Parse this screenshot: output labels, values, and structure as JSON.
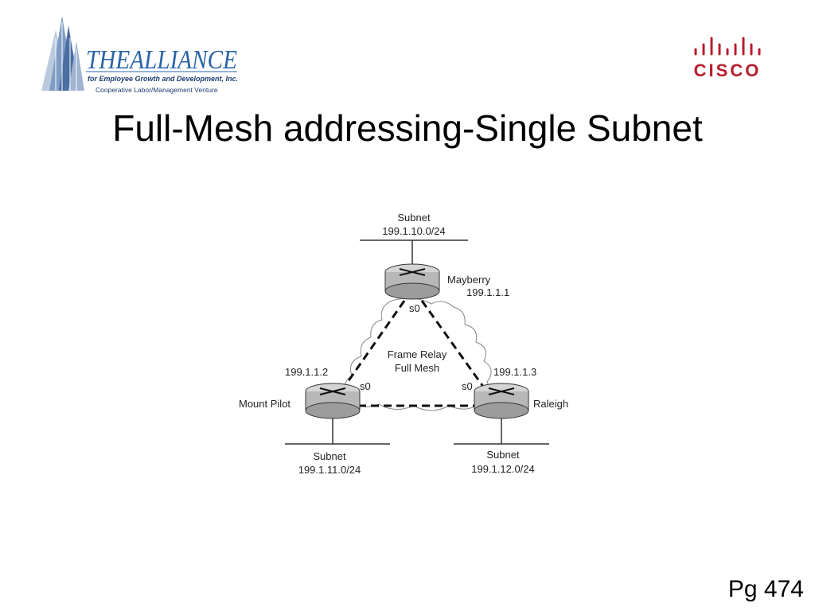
{
  "header": {
    "alliance_logo": {
      "name": "THEALLIANCE",
      "tagline": "for Employee Growth and Development, Inc.",
      "subtitle": "Cooperative Labor/Management Venture",
      "accent": "#2a64a8"
    },
    "cisco_logo": {
      "text": "CISCO",
      "color": "#b81d2e"
    }
  },
  "slide": {
    "title": "Full-Mesh addressing-Single Subnet",
    "page_number": "Pg 474"
  },
  "diagram": {
    "top_subnet": {
      "label": "Subnet",
      "address": "199.1.10.0/24"
    },
    "mayberry": {
      "name": "Mayberry",
      "ip": "199.1.1.1",
      "interface": "s0"
    },
    "mount_pilot": {
      "name": "Mount Pilot",
      "ip": "199.1.1.2",
      "interface": "s0"
    },
    "raleigh": {
      "name": "Raleigh",
      "ip": "199.1.1.3",
      "interface": "s0"
    },
    "cloud": {
      "line1": "Frame Relay",
      "line2": "Full Mesh"
    },
    "left_subnet": {
      "label": "Subnet",
      "address": "199.1.11.0/24"
    },
    "right_subnet": {
      "label": "Subnet",
      "address": "199.1.12.0/24"
    }
  }
}
